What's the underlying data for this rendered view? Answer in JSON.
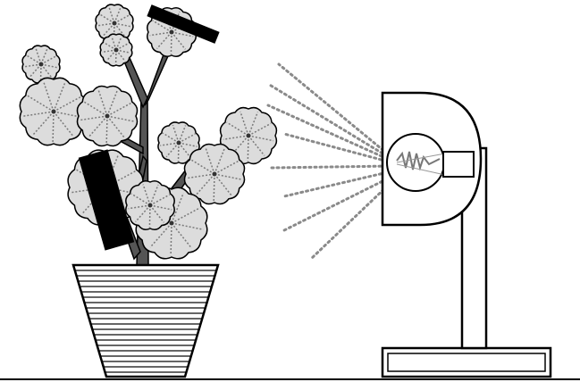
{
  "scene": {
    "elements": [
      "potted-plant",
      "lamp",
      "light-rays",
      "opaque-paper-strips"
    ],
    "colors": {
      "outline": "#000000",
      "background": "#ffffff",
      "leaf_fill": "#dcdcdc",
      "leaf_vein": "#7a7a7a",
      "stem": "#555555",
      "rays": "#8a8a8a",
      "strip": "#000000"
    }
  }
}
